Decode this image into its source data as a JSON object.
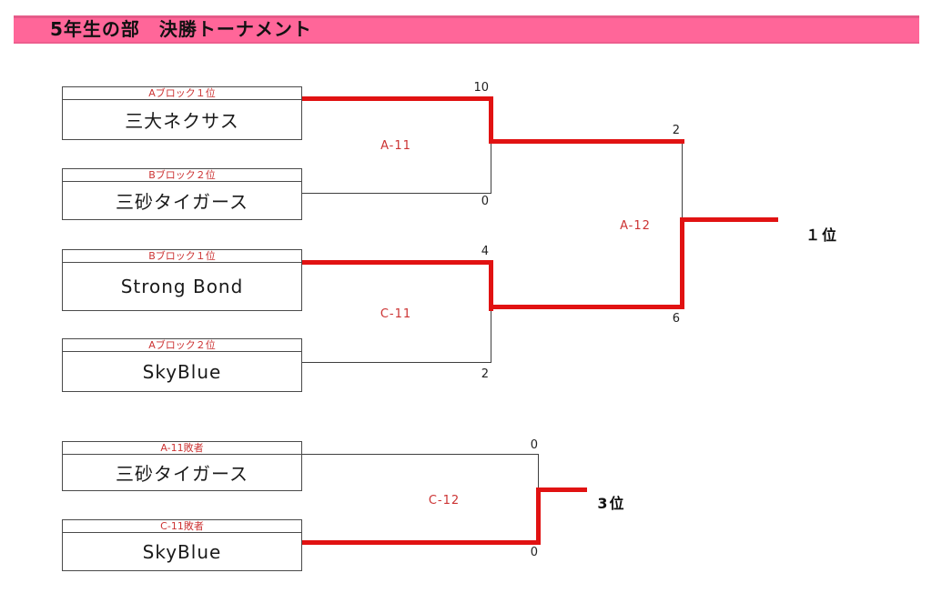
{
  "title": "5年生の部　決勝トーナメント",
  "colors": {
    "banner_pink": "#FF6699",
    "winner_line_red": "#E11212",
    "label_red": "#CC3333",
    "line_black": "#3F3F3F"
  },
  "teams": [
    {
      "seed": "Aブロック１位",
      "name": "三大ネクサス"
    },
    {
      "seed": "Bブロック２位",
      "name": "三砂タイガース"
    },
    {
      "seed": "Bブロック１位",
      "name": "Strong Bond"
    },
    {
      "seed": "Aブロック２位",
      "name": "SkyBlue"
    },
    {
      "seed": "A-11敗者",
      "name": "三砂タイガース"
    },
    {
      "seed": "C-11敗者",
      "name": "SkyBlue"
    }
  ],
  "matches": [
    {
      "id": "A-11",
      "top_score": "10",
      "bottom_score": "0",
      "winner": "top"
    },
    {
      "id": "C-11",
      "top_score": "4",
      "bottom_score": "2",
      "winner": "top"
    },
    {
      "id": "A-12",
      "top_score": "2",
      "bottom_score": "6",
      "winner": "bottom"
    },
    {
      "id": "C-12",
      "top_score": "0",
      "bottom_score": "0",
      "winner": "bottom"
    }
  ],
  "placements": {
    "first": "１位",
    "third": "3位"
  }
}
